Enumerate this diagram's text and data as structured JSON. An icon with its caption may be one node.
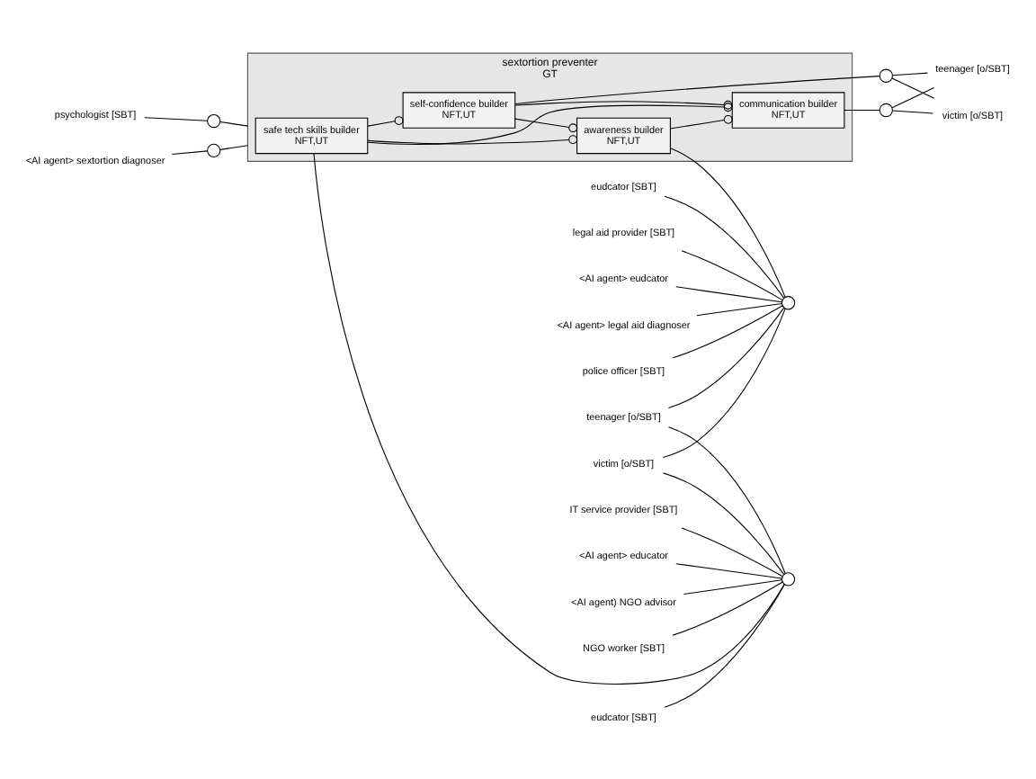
{
  "diagram": {
    "nodes": [
      {
        "text": [
          "sextortion preventer",
          "GT"
        ]
      },
      {
        "text": [
          "safe tech skills builder",
          "NFT,UT"
        ],
        "in": 0
      },
      {
        "text": [
          "self-confidence builder",
          "NFT,UT"
        ],
        "in": 0
      },
      {
        "text": [
          "awareness builder",
          "NFT,UT"
        ],
        "in": 0
      },
      {
        "text": [
          "communication builder",
          "NFT,UT"
        ],
        "in": 0
      },
      {
        "text": [
          "eudcator [SBT]"
        ]
      },
      {
        "text": [
          "IT service provider [SBT]"
        ]
      },
      {
        "text": [
          "<AI agent> educator"
        ]
      },
      {
        "text": [
          "<AI agent) NGO advisor"
        ]
      },
      {
        "text": [
          "NGO worker [SBT]"
        ]
      },
      {
        "text": [
          "teenager [o/SBT]"
        ]
      },
      {
        "text": [
          "victim [o/SBT]"
        ]
      },
      {
        "text": [
          "police officer [SBT]"
        ]
      },
      {
        "text": [
          "eudcator [SBT]"
        ]
      },
      {
        "text": [
          "legal aid provider [SBT]"
        ]
      },
      {
        "text": [
          "<AI agent> eudcator"
        ]
      },
      {
        "text": [
          "<AI agent> legal aid diagnoser"
        ]
      },
      {
        "text": [
          "psychologist [SBT]"
        ]
      },
      {
        "text": [
          "<AI agent> sextortion diagnoser"
        ]
      },
      {
        "text": [
          "teenager [o/SBT]"
        ]
      },
      {
        "text": [
          "victim [o/SBT]"
        ]
      },
      {
        "text": [],
        "shape": "circle"
      },
      {
        "text": [],
        "shape": "circle"
      },
      {
        "text": [],
        "shape": "circle"
      },
      {
        "text": [],
        "shape": "circle"
      },
      {
        "text": [],
        "shape": "circle"
      },
      {
        "text": [],
        "shape": "circle"
      }
    ],
    "edges": [
      {
        "from": 1,
        "to": 21,
        "arrow": "none"
      },
      {
        "from": 5,
        "to": 21,
        "arrow": "none"
      },
      {
        "from": 6,
        "to": 21,
        "arrow": "none"
      },
      {
        "from": 7,
        "to": 21,
        "arrow": "none"
      },
      {
        "from": 8,
        "to": 21,
        "arrow": "none"
      },
      {
        "from": 9,
        "to": 21,
        "arrow": "none"
      },
      {
        "from": 10,
        "to": 21,
        "arrow": "none"
      },
      {
        "from": 11,
        "to": 21,
        "arrow": "none"
      },
      {
        "from": 3,
        "to": 22,
        "arrow": "none"
      },
      {
        "from": 10,
        "to": 22,
        "arrow": "none"
      },
      {
        "from": 11,
        "to": 22,
        "arrow": "none"
      },
      {
        "from": 12,
        "to": 22,
        "arrow": "none"
      },
      {
        "from": 13,
        "to": 22,
        "arrow": "none"
      },
      {
        "from": 14,
        "to": 22,
        "arrow": "none"
      },
      {
        "from": 15,
        "to": 22,
        "arrow": "none"
      },
      {
        "from": 16,
        "to": 22,
        "arrow": "none"
      },
      {
        "from": 17,
        "to": 23,
        "arrow": "none"
      },
      {
        "from": 23,
        "to": 0,
        "arrow": "none"
      },
      {
        "from": 18,
        "to": 24,
        "arrow": "none"
      },
      {
        "from": 24,
        "to": 0,
        "arrow": "none"
      },
      {
        "from": 2,
        "to": 25,
        "arrow": "none"
      },
      {
        "from": 25,
        "to": 19,
        "arrow": "none"
      },
      {
        "from": 25,
        "to": 20,
        "arrow": "none"
      },
      {
        "from": 4,
        "to": 26,
        "arrow": "none"
      },
      {
        "from": 26,
        "to": 19,
        "arrow": "none"
      },
      {
        "from": 26,
        "to": 20,
        "arrow": "none"
      },
      {
        "from": 1,
        "to": 2,
        "arrow": "other"
      },
      {
        "from": 1,
        "to": 4,
        "arrow": "other"
      },
      {
        "from": 2,
        "to": 3,
        "arrow": "other"
      },
      {
        "from": 1,
        "to": 3,
        "arrow": "other"
      },
      {
        "from": 2,
        "to": 4,
        "arrow": "other"
      },
      {
        "from": 3,
        "to": 4,
        "arrow": "other"
      }
    ]
  }
}
